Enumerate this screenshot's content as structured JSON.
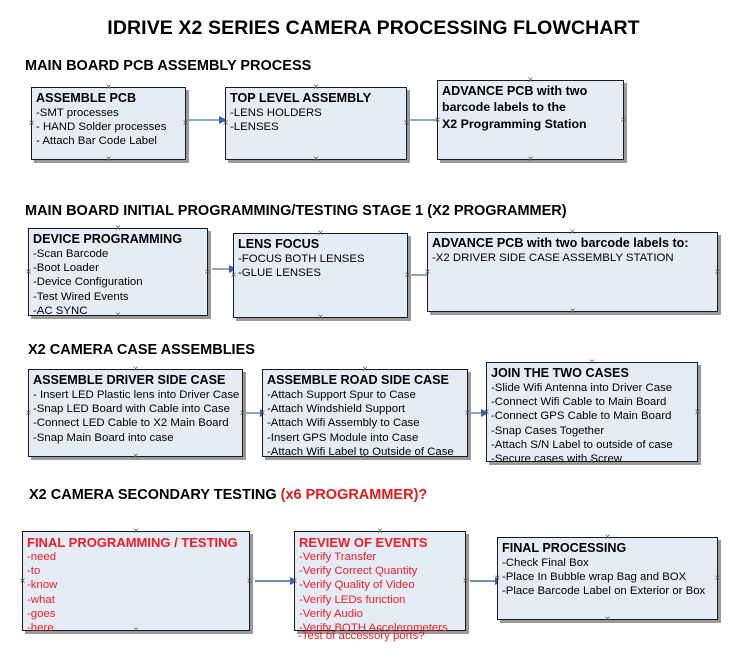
{
  "title": "IDRIVE X2  SERIES CAMERA PROCESSING FLOWCHART",
  "colors": {
    "box_fill": "#e6ecf6",
    "box_border": "#1a1a1a",
    "arrow": "#8faabf",
    "arrow_head": "#3a63b8",
    "red_text": "#ee1c25",
    "heading_text": "#000000"
  },
  "sections": [
    {
      "id": "main-board-pcb-assembly",
      "heading": "MAIN BOARD PCB ASSEMBLY PROCESS",
      "heading_red_suffix": "",
      "boxes": [
        {
          "id": "assemble-pcb",
          "header": "ASSEMBLE PCB",
          "lines": [
            "-SMT processes",
            "- HAND Solder processes",
            "- Attach Bar Code Label"
          ]
        },
        {
          "id": "top-level-assembly",
          "header": "TOP LEVEL ASSEMBLY",
          "lines": [
            "-LENS HOLDERS",
            "-LENSES"
          ]
        },
        {
          "id": "advance-pcb-to-programming-station",
          "header": "ADVANCE PCB with two",
          "lines": [
            "barcode labels to the",
            " X2 Programming Station"
          ]
        }
      ]
    },
    {
      "id": "main-board-initial-programming",
      "heading": "MAIN BOARD INITIAL PROGRAMMING/TESTING STAGE 1 (X2 PROGRAMMER)",
      "heading_red_suffix": "",
      "boxes": [
        {
          "id": "device-programming",
          "header": "DEVICE PROGRAMMING",
          "lines": [
            "-Scan Barcode",
            "-Boot Loader",
            "-Device Configuration",
            "-Test Wired Events",
            "-AC SYNC"
          ]
        },
        {
          "id": "lens-focus",
          "header": "LENS FOCUS",
          "lines": [
            "-FOCUS BOTH LENSES",
            "-GLUE LENSES"
          ]
        },
        {
          "id": "advance-pcb-to-driver-side-case",
          "header": "ADVANCE PCB with two barcode labels to:",
          "lines": [
            "-X2 DRIVER  SIDE  CASE  ASSEMBLY STATION"
          ]
        }
      ]
    },
    {
      "id": "x2-camera-case-assemblies",
      "heading": "X2 CAMERA CASE ASSEMBLIES",
      "heading_red_suffix": "",
      "boxes": [
        {
          "id": "assemble-driver-side-case",
          "header": "ASSEMBLE DRIVER SIDE CASE",
          "lines": [
            "- Insert LED Plastic lens into Driver Case",
            "-Snap LED Board with Cable into Case",
            "-Connect LED Cable to X2 Main Board",
            "-Snap Main Board into case"
          ]
        },
        {
          "id": "assemble-road-side-case",
          "header": "ASSEMBLE ROAD SIDE CASE",
          "lines": [
            "-Attach Support Spur to Case",
            "-Attach Windshield Support",
            "-Attach Wifi Assembly to Case",
            "-Insert GPS Module into Case",
            "-Attach Wifi Label to Outside of Case"
          ]
        },
        {
          "id": "join-the-two-cases",
          "header": "JOIN THE TWO CASES",
          "lines": [
            "-Slide Wifi Antenna into Driver Case",
            "-Connect Wifi Cable to Main Board",
            "-Connect GPS Cable to Main Board",
            "-Snap Cases Together",
            "-Attach S/N Label to outside of case",
            "-Secure cases with Screw"
          ]
        }
      ]
    },
    {
      "id": "x2-camera-secondary-testing",
      "heading": "X2 CAMERA SECONDARY TESTING ",
      "heading_red_suffix": "(x6 PROGRAMMER)?",
      "boxes": [
        {
          "id": "final-programming-testing",
          "header": "FINAL PROGRAMMING / TESTING",
          "lines": [
            "-need",
            "-to",
            "-know",
            "-what",
            "-goes",
            "-here"
          ]
        },
        {
          "id": "review-of-events",
          "header": "REVIEW OF EVENTS",
          "lines": [
            "-Verify Transfer",
            "-Verify Correct Quantity",
            "-Verify Quality of Video",
            "-Verify LEDs function",
            "-Verify Audio",
            "-Verify BOTH Accelerometers"
          ],
          "overflow_line": "-Test of accessory ports?"
        },
        {
          "id": "final-processing",
          "header": "FINAL PROCESSING",
          "lines": [
            " -Check Final Box",
            "-Place In Bubble wrap Bag and BOX",
            "-Place Barcode Label on Exterior or Box"
          ]
        }
      ]
    }
  ]
}
